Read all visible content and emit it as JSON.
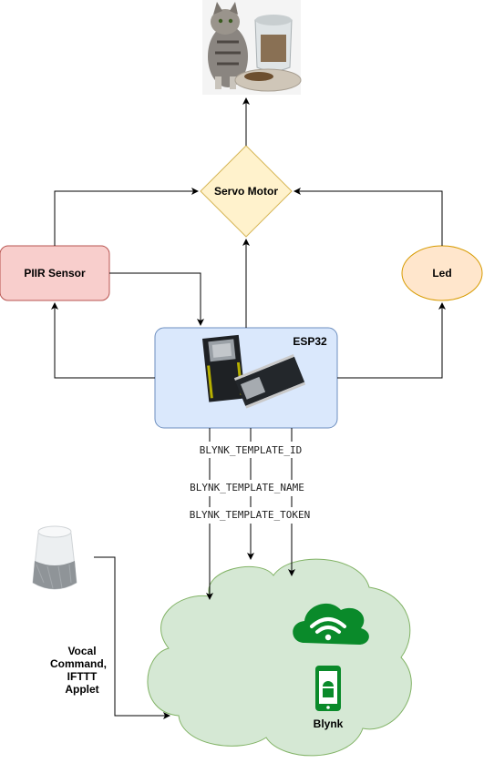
{
  "nodes": {
    "servo": {
      "label": "Servo Motor"
    },
    "pir": {
      "label": "PIIR Sensor"
    },
    "led": {
      "label": "Led"
    },
    "esp32": {
      "label": "ESP32"
    },
    "blynk": {
      "label": "Blynk"
    },
    "voice_label": {
      "line1": "Vocal",
      "line2": "Command,",
      "line3": "IFTTT",
      "line4": "Applet"
    }
  },
  "params": {
    "template_id": "BLYNK_TEMPLATE_ID",
    "template_name": "BLYNK_TEMPLATE_NAME",
    "template_token": "BLYNK_TEMPLATE_TOKEN"
  },
  "icons": {
    "cat_feeder": "cat-feeder-image",
    "esp32_board": "esp32-board-image",
    "smart_speaker": "google-home-speaker-image",
    "wifi_cloud": "wifi-cloud-icon",
    "android_phone": "android-phone-icon"
  },
  "colors": {
    "servo_fill": "#fff2cc",
    "servo_stroke": "#d6b656",
    "pir_fill": "#f8cecc",
    "pir_stroke": "#b85450",
    "led_fill": "#ffe6cc",
    "led_stroke": "#d79b00",
    "esp_fill": "#dae8fc",
    "esp_stroke": "#6c8ebf",
    "cloud_fill": "#d5e8d4",
    "cloud_stroke": "#82b366",
    "blynk_green": "#0a8a2a"
  }
}
